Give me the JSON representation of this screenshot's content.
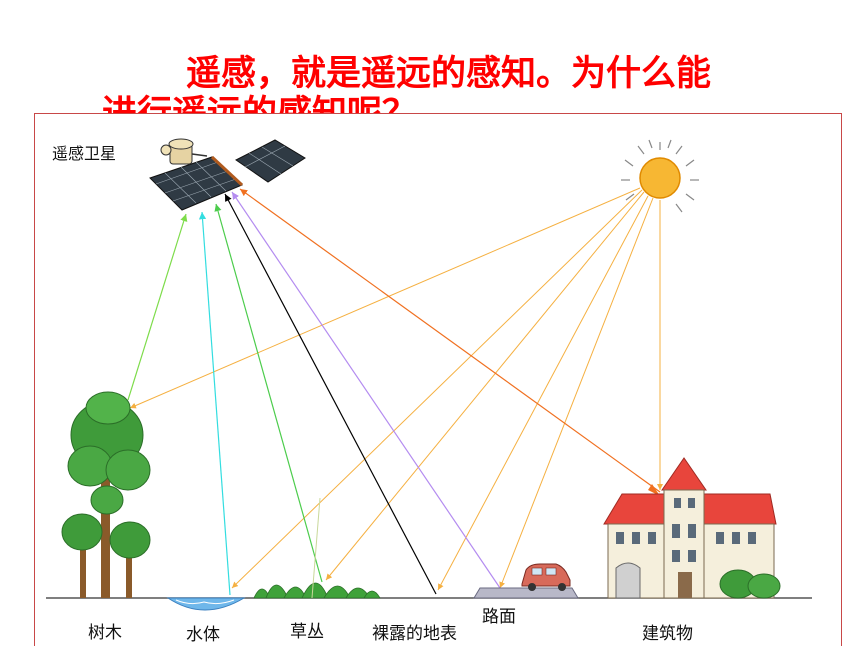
{
  "heading": {
    "line1": "遥感，就是遥远的感知。为什么能",
    "line2": "进行遥远的感知呢？"
  },
  "diagram": {
    "satellite_label": "遥感卫星",
    "labels": {
      "trees": "树木",
      "water": "水体",
      "grass": "草丛",
      "bare_ground": "裸露的地表",
      "road": "路面",
      "building": "建筑物"
    },
    "colors": {
      "title": "#ff0000",
      "frame": "#c84848",
      "sunlight": "#f5b041",
      "tree_reflection": "#7ddc4a",
      "water_reflection": "#33dde0",
      "grass_reflection": "#4ccc4c",
      "bare_ground_reflection": "#000000",
      "road_reflection": "#b48cf0",
      "building_reflection": "#f07020",
      "sun": "#f7b733",
      "roof": "#e8453c"
    }
  }
}
